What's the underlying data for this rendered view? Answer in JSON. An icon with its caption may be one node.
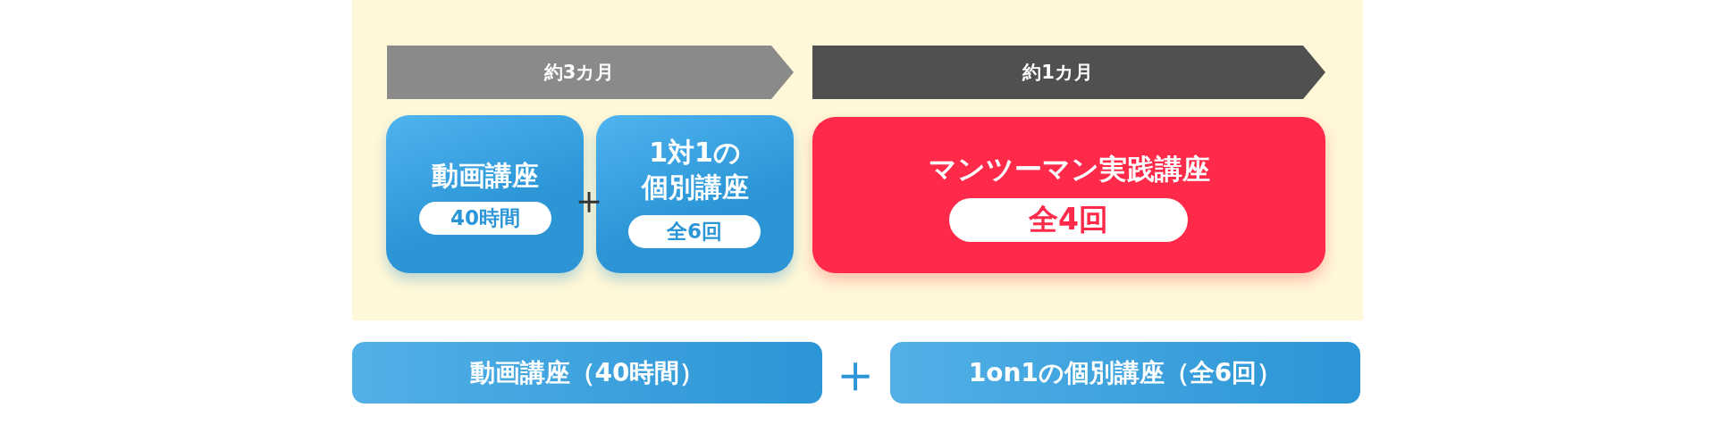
{
  "diagram": {
    "nodes": [
      {
        "text": [
          "約3カ月"
        ]
      },
      {
        "text": [
          "約1カ月"
        ]
      },
      {
        "text": [
          "動画講座"
        ]
      },
      {
        "text": [
          "40時間"
        ],
        "in": 2
      },
      {
        "text": [
          "1対1の個別講座"
        ]
      },
      {
        "text": [
          "全6回"
        ],
        "in": 4
      },
      {
        "text": [
          "マンツーマン実践講座"
        ]
      },
      {
        "text": [
          "全4回"
        ],
        "in": 6
      },
      {
        "text": [
          "動画講座（40時間）"
        ]
      },
      {
        "text": [
          "1on1の個別講座（全6回）"
        ]
      }
    ],
    "labels": [
      "＋",
      "＋"
    ]
  }
}
